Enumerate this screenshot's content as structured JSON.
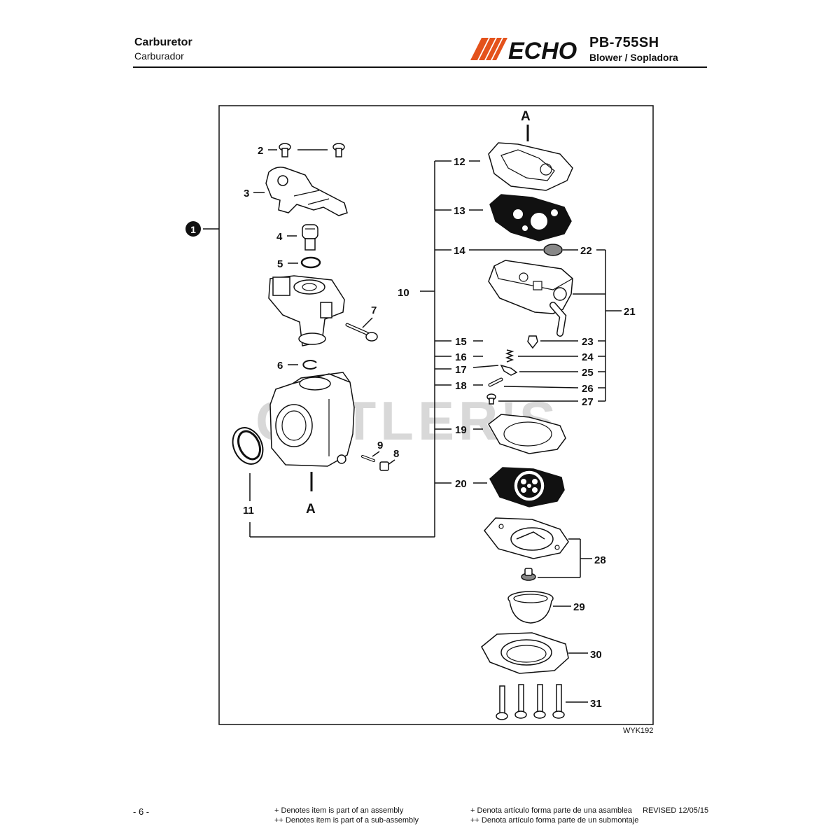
{
  "header": {
    "title_en": "Carburetor",
    "title_es": "Carburador",
    "brand": "ECHO",
    "model": "PB-755SH",
    "model_sub": "Blower / Sopladora"
  },
  "diagram": {
    "code": "WYK192",
    "watermark": "CUTLER'S",
    "section_marker": "A",
    "callouts": [
      "1",
      "2",
      "3",
      "4",
      "5",
      "6",
      "7",
      "8",
      "9",
      "10",
      "11",
      "12",
      "13",
      "14",
      "15",
      "16",
      "17",
      "18",
      "19",
      "20",
      "21",
      "22",
      "23",
      "24",
      "25",
      "26",
      "27",
      "28",
      "29",
      "30",
      "31"
    ]
  },
  "footer": {
    "page": "- 6 -",
    "note1_en": "+ Denotes item is part of an assembly",
    "note2_en": "++ Denotes item is part of a sub-assembly",
    "note1_es": "+ Denota artículo forma parte de una asamblea",
    "note2_es": "++ Denota artículo forma parte de un submontaje",
    "revised": "REVISED 12/05/15"
  },
  "colors": {
    "brand_orange": "#e4521b",
    "ink": "#111111",
    "watermark": "#d8d8d8"
  }
}
